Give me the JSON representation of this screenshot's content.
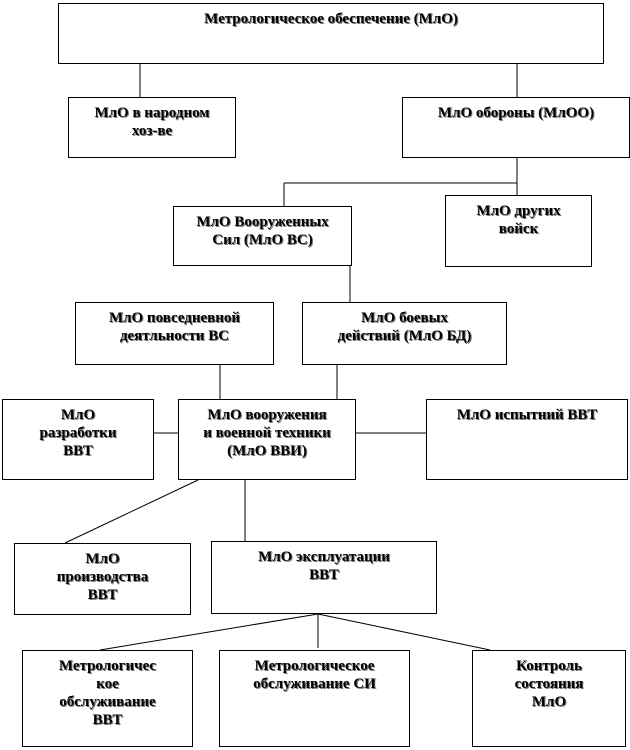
{
  "diagram": {
    "root": "Метрологическое обеспечение (МлО)",
    "national_economy": "МлО в народном\nхоз-ве",
    "defense": "МлО обороны (МлОО)",
    "armed_forces": "МлО Вооруженных\nСил (МлО ВС)",
    "other_troops": "МлО других\nвойск",
    "daily_activity": "МлО повседневной\nдеятльности ВС",
    "combat": "МлО боевых\nдействий (МлО БД)",
    "development": "МлО\nразработки\nВВТ",
    "weapons": "МлО вооружения\nи военной техники\n(МлО ВВИ)",
    "testing": "МлО испытний ВВТ",
    "production": "МлО\nпроизводства\nВВТ",
    "operation": "МлО эксплуатации\nВВТ",
    "service_vvt": "Метрологичес\nкое\nобслуживание\nВВТ",
    "service_si": "Метрологическое\nобслуживание СИ",
    "control": "Контроль\nсостояния\nМлО"
  }
}
